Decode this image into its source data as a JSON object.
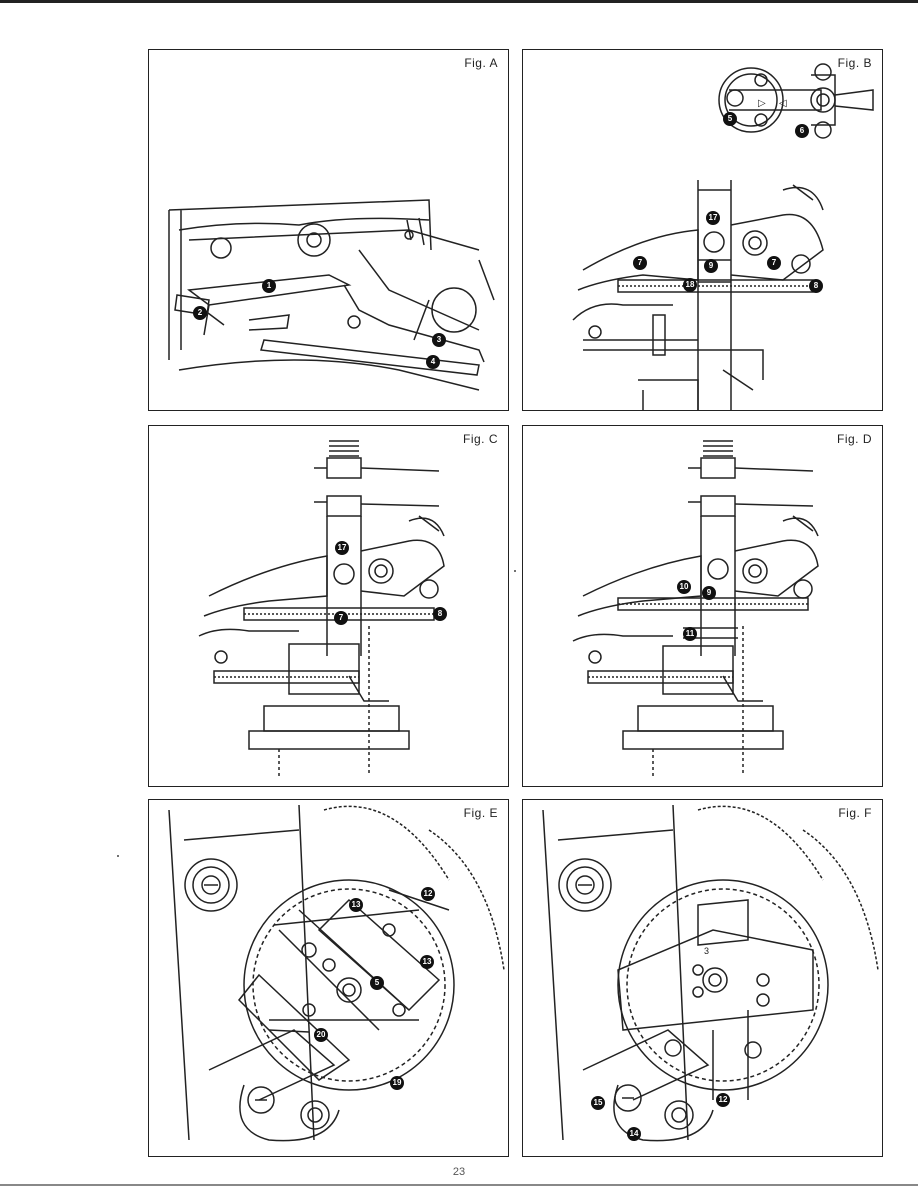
{
  "page": {
    "number": "23"
  },
  "figures": [
    {
      "id": "A",
      "label": "Fig. A",
      "callouts": [
        "1",
        "2",
        "3",
        "4"
      ]
    },
    {
      "id": "B",
      "label": "Fig. B",
      "callouts": [
        "5",
        "6",
        "17",
        "7",
        "9",
        "7",
        "18",
        "8"
      ]
    },
    {
      "id": "C",
      "label": "Fig. C",
      "callouts": [
        "17",
        "7",
        "8"
      ]
    },
    {
      "id": "D",
      "label": "Fig. D",
      "callouts": [
        "10",
        "9",
        "11"
      ]
    },
    {
      "id": "E",
      "label": "Fig. E",
      "callouts": [
        "12",
        "13",
        "13",
        "5",
        "20",
        "19"
      ]
    },
    {
      "id": "F",
      "label": "Fig. F",
      "callouts": [
        "12",
        "15",
        "14"
      ]
    }
  ],
  "figure_b_marks": {
    "left_arrow": "▷",
    "right_arrow": "◁"
  },
  "figure_f_mark": "3"
}
